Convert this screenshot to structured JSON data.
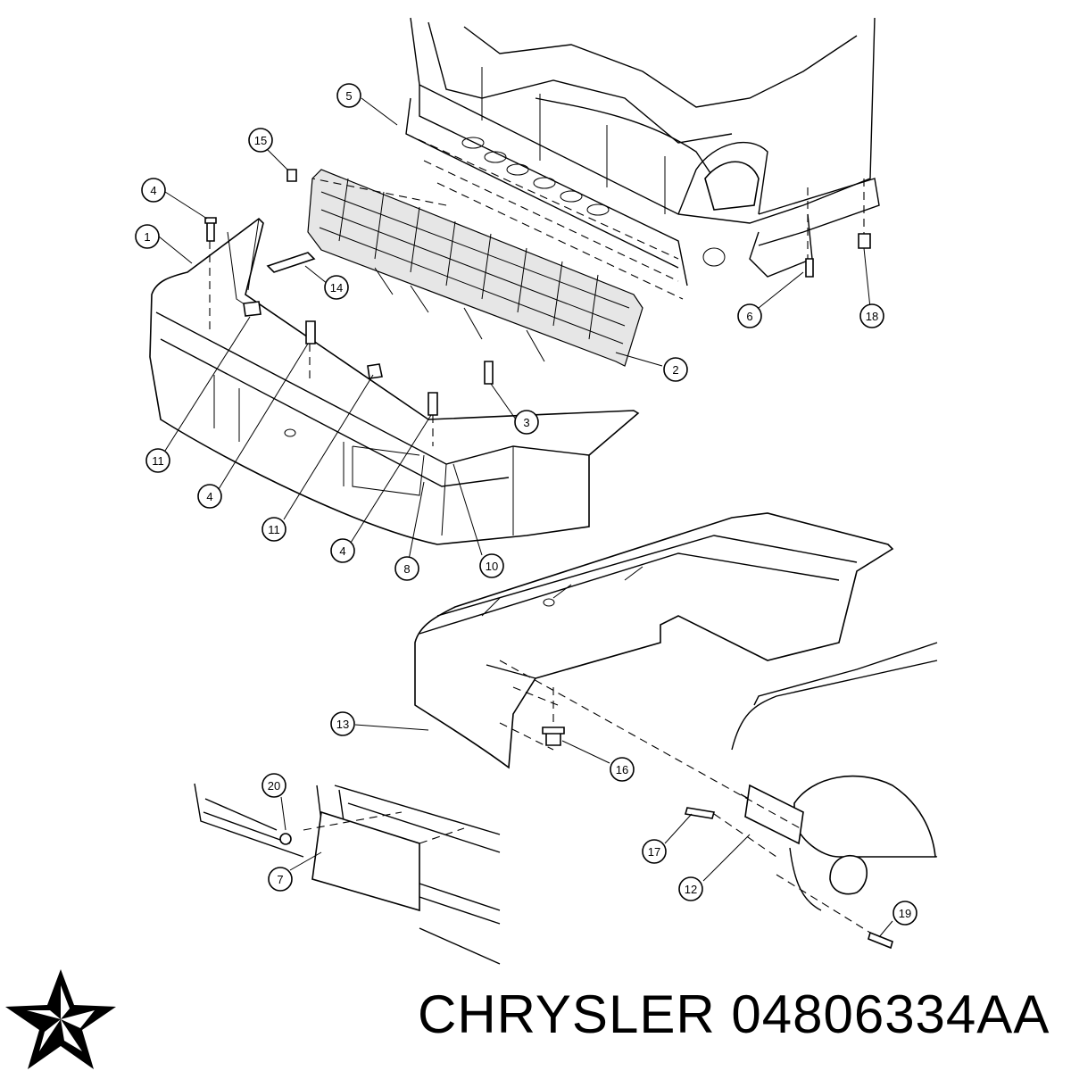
{
  "diagram": {
    "callouts": [
      {
        "label": "1"
      },
      {
        "label": "2"
      },
      {
        "label": "3"
      },
      {
        "label": "4"
      },
      {
        "label": "4"
      },
      {
        "label": "4"
      },
      {
        "label": "5"
      },
      {
        "label": "6"
      },
      {
        "label": "7"
      },
      {
        "label": "8"
      },
      {
        "label": "10"
      },
      {
        "label": "11"
      },
      {
        "label": "11"
      },
      {
        "label": "12"
      },
      {
        "label": "13"
      },
      {
        "label": "14"
      },
      {
        "label": "15"
      },
      {
        "label": "16"
      },
      {
        "label": "17"
      },
      {
        "label": "18"
      },
      {
        "label": "19"
      },
      {
        "label": "20"
      }
    ]
  },
  "footer": {
    "brand": "CHRYSLER",
    "part_number": "04806334AA",
    "logo": "pentastar-logo"
  }
}
